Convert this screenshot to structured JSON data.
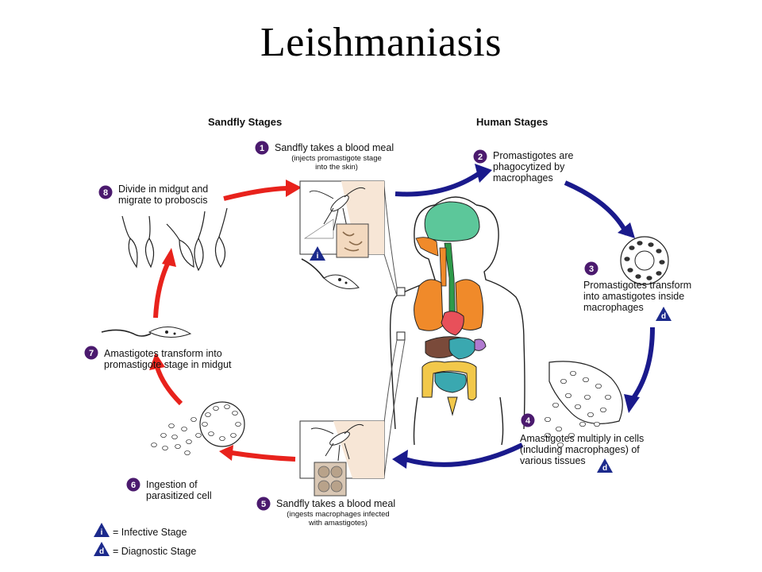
{
  "title": "Leishmaniasis",
  "headers": {
    "sandfly": "Sandfly Stages",
    "human": "Human Stages"
  },
  "steps": [
    {
      "num": "1",
      "lines": [
        "Sandfly takes a blood meal"
      ],
      "sub": [
        "(injects promastigote stage",
        "into the skin)"
      ],
      "badge": "i"
    },
    {
      "num": "2",
      "lines": [
        "Promastigotes are",
        "phagocytized by",
        "macrophages"
      ],
      "sub": []
    },
    {
      "num": "3",
      "lines": [
        "Promastigotes transform",
        "into amastigotes inside",
        "macrophages"
      ],
      "sub": [],
      "badge": "d"
    },
    {
      "num": "4",
      "lines": [
        "Amastigotes multiply in cells",
        "(including macrophages) of",
        "various tissues"
      ],
      "sub": [],
      "badge": "d"
    },
    {
      "num": "5",
      "lines": [
        "Sandfly takes a blood meal"
      ],
      "sub": [
        "(ingests macrophages infected",
        "with amastigotes)"
      ]
    },
    {
      "num": "6",
      "lines": [
        "Ingestion of",
        "parasitized cell"
      ],
      "sub": []
    },
    {
      "num": "7",
      "lines": [
        "Amastigotes transform into",
        "promastigote stage in midgut"
      ],
      "sub": []
    },
    {
      "num": "8",
      "lines": [
        "Divide in midgut and",
        "migrate to proboscis"
      ],
      "sub": []
    }
  ],
  "legend": [
    {
      "badge": "i",
      "label": "= Infective Stage"
    },
    {
      "badge": "d",
      "label": "= Diagnostic Stage"
    }
  ],
  "colors": {
    "marker": "#4b1a6e",
    "human_arrow": "#1a1a8c",
    "sandfly_arrow": "#e8221c",
    "badge": "#1c2a8c",
    "brain": "#5cc79a",
    "lungs": "#f08a2a",
    "heart": "#e8505a",
    "liver": "#7a4a3a",
    "stomach": "#3aa8b0",
    "intestine": "#f2c84a",
    "esophagus": "#2e9a4a",
    "kidney": "#b07ad0"
  }
}
